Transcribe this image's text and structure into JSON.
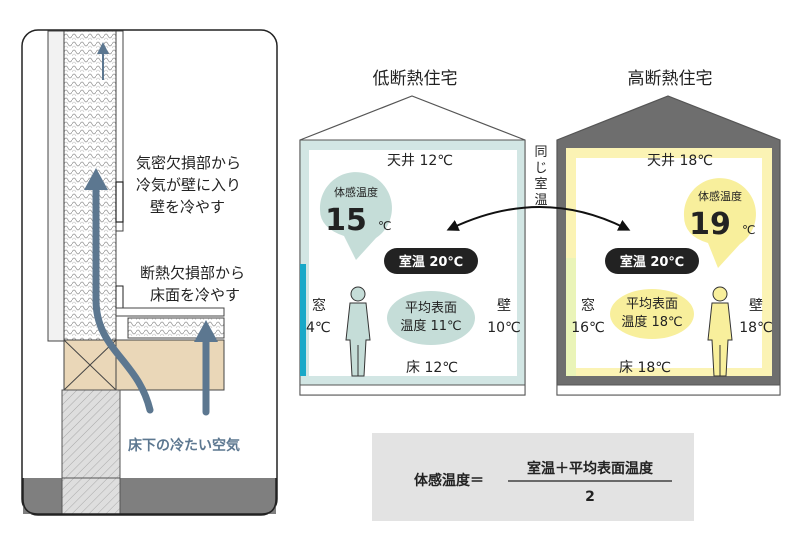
{
  "wall_panel": {
    "air_leak_note": [
      "気密欠損部から",
      "冷気が壁に入り",
      "壁を冷やす"
    ],
    "insulation_gap_note": [
      "断熱欠損部から",
      "床面を冷やす"
    ],
    "cold_air_label": "床下の冷たい空気"
  },
  "low_insulation_house": {
    "title": "低断熱住宅",
    "ceiling": "天井 12℃",
    "perceived_label": "体感温度",
    "perceived_value": "15",
    "perceived_unit": "℃",
    "room_temp": "室温 20℃",
    "window": [
      "窓",
      "4℃"
    ],
    "wall": [
      "壁",
      "10℃"
    ],
    "avg_surface": [
      "平均表面",
      "温度 11℃"
    ],
    "floor": "床 12℃"
  },
  "high_insulation_house": {
    "title": "高断熱住宅",
    "ceiling": "天井 18℃",
    "perceived_label": "体感温度",
    "perceived_value": "19",
    "perceived_unit": "℃",
    "room_temp": "室温 20℃",
    "window": [
      "窓",
      "16℃"
    ],
    "wall": [
      "壁",
      "18℃"
    ],
    "avg_surface": [
      "平均表面",
      "温度 18℃"
    ],
    "floor": "床 18℃"
  },
  "same_room_temp_note": [
    "同",
    "じ",
    "室",
    "温"
  ],
  "formula": {
    "lhs": "体感温度＝",
    "numerator": "室温＋平均表面温度",
    "denominator": "2"
  },
  "colors": {
    "arrow_blue": "#5c7790",
    "low_room_tint": "#d2e6e4",
    "low_perceived_bubble": "#c5ddd8",
    "window_cyan": "#18a8c8",
    "high_room_tint": "#fbf3b4",
    "high_perceived_bubble": "#f8ef9c",
    "high_roof": "#6e6e6e",
    "panel_border": "#222222",
    "formula_bg": "#e3e3e3"
  }
}
